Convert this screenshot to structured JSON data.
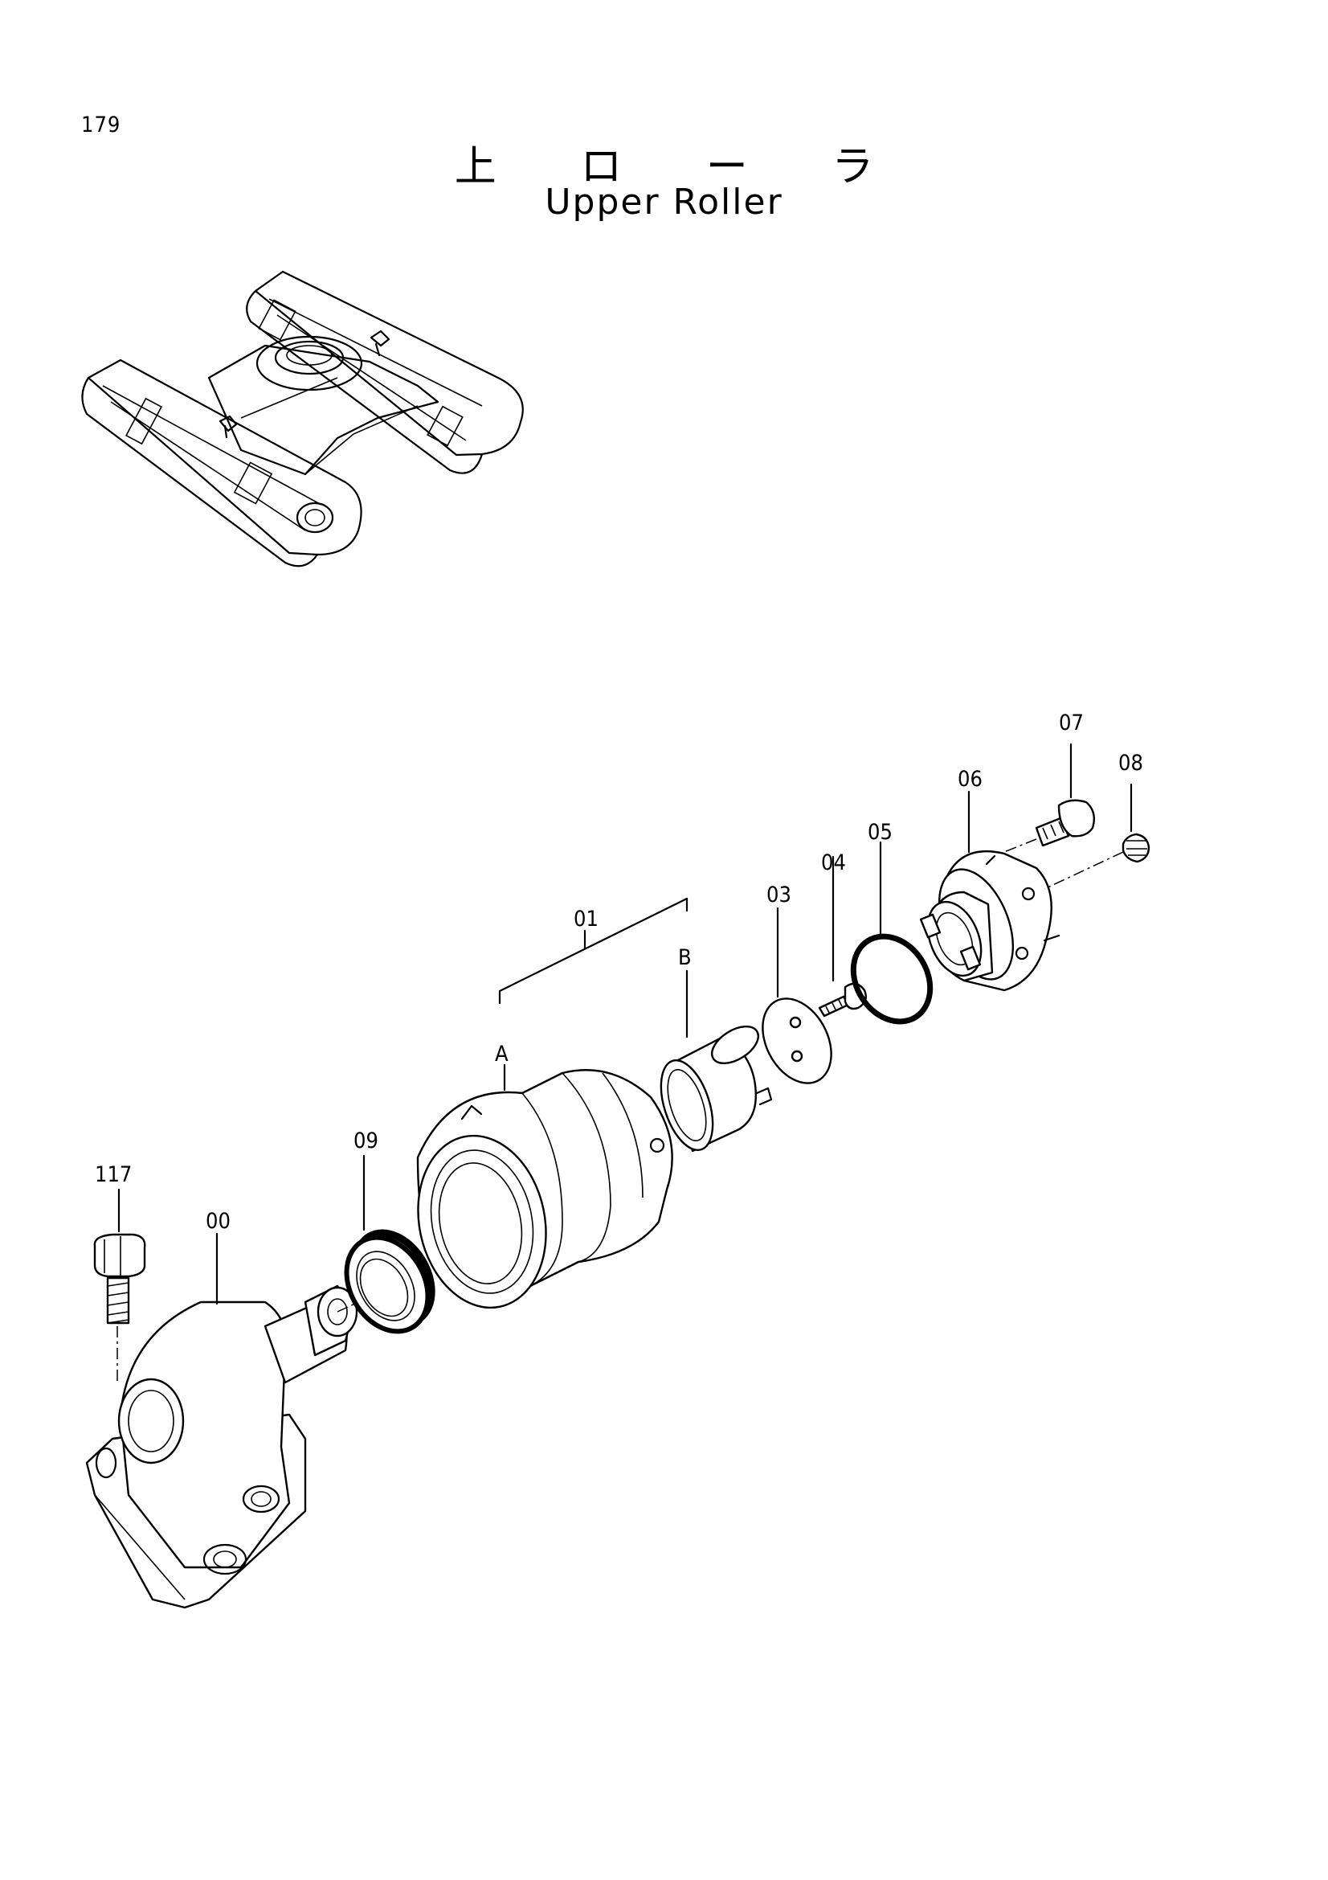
{
  "page_number": "179",
  "title_jp": "上 ロ ー ラ",
  "title_en": "Upper Roller",
  "callouts": {
    "c117": "117",
    "c00": "00",
    "c09": "09",
    "c01": "01",
    "cA": "A",
    "cB": "B",
    "c03": "03",
    "c04": "04",
    "c05": "05",
    "c06": "06",
    "c07": "07",
    "c08": "08"
  }
}
